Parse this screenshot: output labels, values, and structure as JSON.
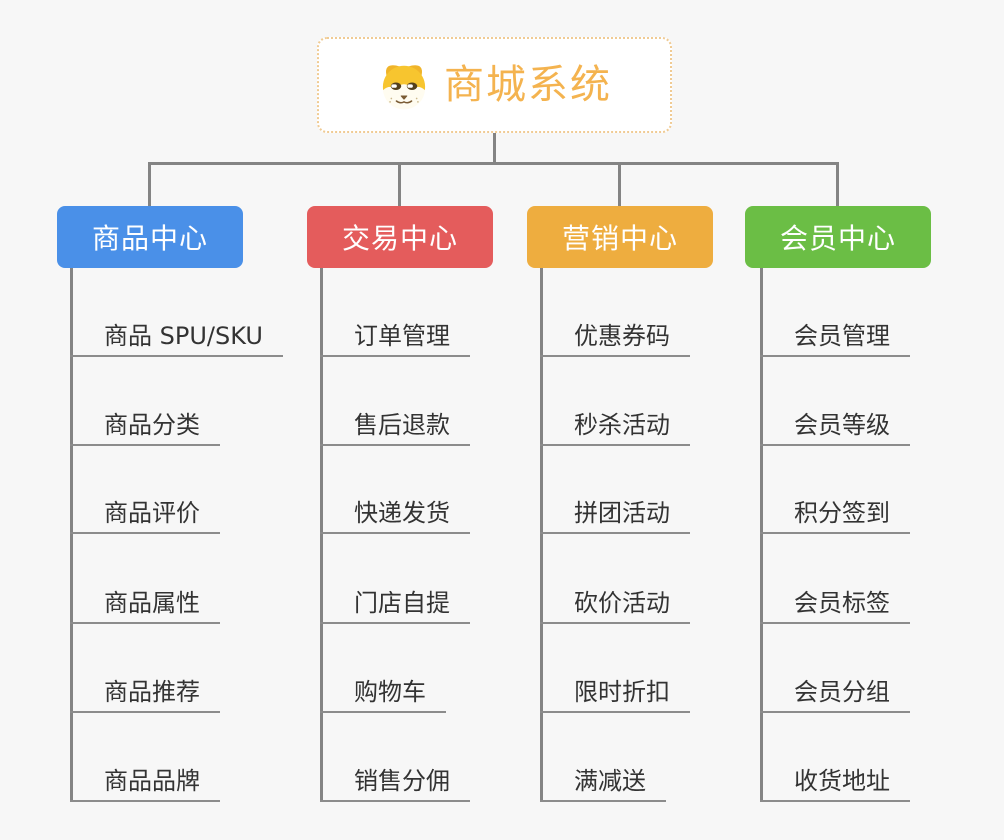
{
  "canvas": {
    "background": "#f7f7f7"
  },
  "root": {
    "title": "商城系统",
    "icon": "dog-face-icon",
    "text_color": "#f4b34f",
    "border_color": "#f0cb94",
    "background": "#ffffff"
  },
  "connector_color": "#848484",
  "leaf_style": {
    "text_color": "#333333",
    "underline_color": "#8c8c8c"
  },
  "branches": [
    {
      "label": "商品中心",
      "color": "#4a90e8",
      "items": [
        "商品 SPU/SKU",
        "商品分类",
        "商品评价",
        "商品属性",
        "商品推荐",
        "商品品牌"
      ]
    },
    {
      "label": "交易中心",
      "color": "#e45c5c",
      "items": [
        "订单管理",
        "售后退款",
        "快递发货",
        "门店自提",
        "购物车",
        "销售分佣"
      ]
    },
    {
      "label": "营销中心",
      "color": "#eead3f",
      "items": [
        "优惠券码",
        "秒杀活动",
        "拼团活动",
        "砍价活动",
        "限时折扣",
        "满减送"
      ]
    },
    {
      "label": "会员中心",
      "color": "#6bbe45",
      "items": [
        "会员管理",
        "会员等级",
        "积分签到",
        "会员标签",
        "会员分组",
        "收货地址"
      ]
    }
  ]
}
